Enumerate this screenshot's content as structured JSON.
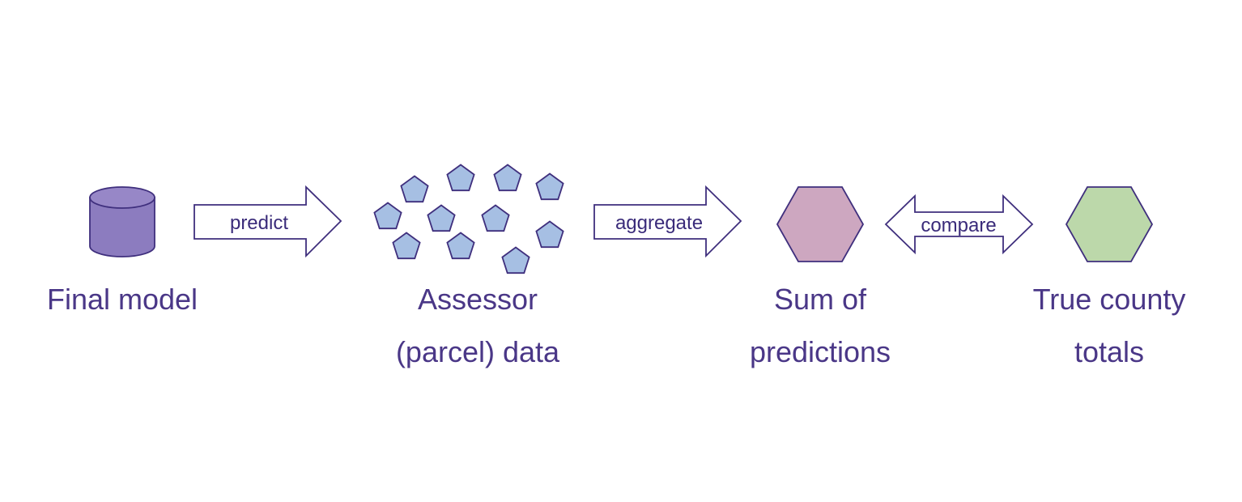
{
  "nodes": {
    "final_model": {
      "label": "Final model",
      "icon": "database-cylinder-icon",
      "color": "#8c7cbf"
    },
    "assessor_data": {
      "label_line1": "Assessor",
      "label_line2": "(parcel) data",
      "icon": "pentagon-cluster-icon",
      "color": "#a6bfe3"
    },
    "sum_predictions": {
      "label_line1": "Sum of",
      "label_line2": "predictions",
      "icon": "hexagon-icon",
      "color": "#cda7c0"
    },
    "true_totals": {
      "label_line1": "True county",
      "label_line2": "totals",
      "icon": "hexagon-icon",
      "color": "#bcd8aa"
    }
  },
  "arrows": {
    "predict": {
      "label": "predict",
      "direction": "right"
    },
    "aggregate": {
      "label": "aggregate",
      "direction": "right"
    },
    "compare": {
      "label": "compare",
      "direction": "both"
    }
  },
  "colors": {
    "outline": "#3f2f7d",
    "text": "#4a3787",
    "arrow_fill": "#ffffff"
  }
}
